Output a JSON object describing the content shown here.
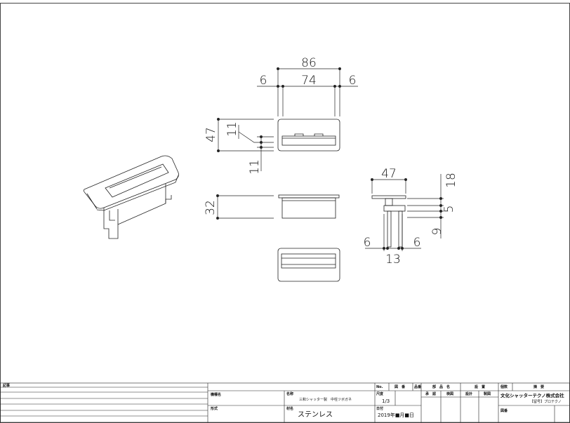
{
  "drawing": {
    "dims": {
      "top_total": "86",
      "top_inner": "74",
      "top_left_margin": "6",
      "top_right_margin": "6",
      "front_height": "47",
      "front_upper_tab": "11",
      "front_lower_tab": "11",
      "side_height": "32",
      "right_width": "47",
      "right_top": "18",
      "right_mid": "5",
      "right_lower": "9",
      "right_bottom_left": "6",
      "right_bottom_right": "6",
      "right_bottom_total": "13"
    }
  },
  "title_block": {
    "remarks_label": "記事",
    "model_label": "機種名",
    "format_label": "形式",
    "name_label": "名称",
    "name_value": "三和シャッター製　中柱ツボガネ",
    "material_label": "材名",
    "material_value": "ステンレス",
    "no_label": "No.",
    "figure_number_label": "図　番",
    "item_label": "品番",
    "scale_label": "尺度",
    "scale_value": "1/3",
    "date_label": "日付",
    "date_value": "2019年■月■日",
    "part_name_label": "部　品　名",
    "design_label": "設　置",
    "qty_label": "個数",
    "spec_label": "摘　要",
    "req_label": "承　認",
    "check_label": "検図",
    "design2_label": "設計",
    "draft_label": "製図",
    "company": "文化シャッターテクノ株式会社",
    "dept": "【留号】プロテクノ",
    "drawing_no_label": "図番"
  }
}
